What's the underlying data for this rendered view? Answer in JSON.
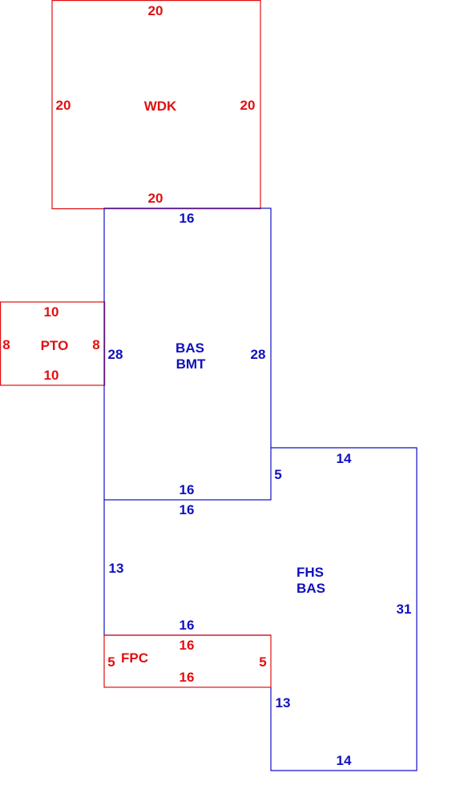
{
  "colors": {
    "red": "#e01010",
    "blue": "#1010c0"
  },
  "wdk": {
    "name": "WDK",
    "top": "20",
    "bottom": "20",
    "left": "20",
    "right": "20"
  },
  "pto": {
    "name": "PTO",
    "top": "10",
    "bottom": "10",
    "left": "8",
    "right": "8"
  },
  "bas_bmt": {
    "name1": "BAS",
    "name2": "BMT",
    "top": "16",
    "bottom": "16",
    "left": "28",
    "right": "28"
  },
  "fhs_bas": {
    "name1": "FHS",
    "name2": "BAS",
    "top_outer": "14",
    "step": "5",
    "top_inner": "16",
    "left_upper": "13",
    "left_lower": "16",
    "right": "31",
    "left_bottom": "13",
    "bottom": "14"
  },
  "fpc": {
    "name": "FPC",
    "top": "16",
    "bottom": "16",
    "left": "5",
    "right": "5"
  }
}
